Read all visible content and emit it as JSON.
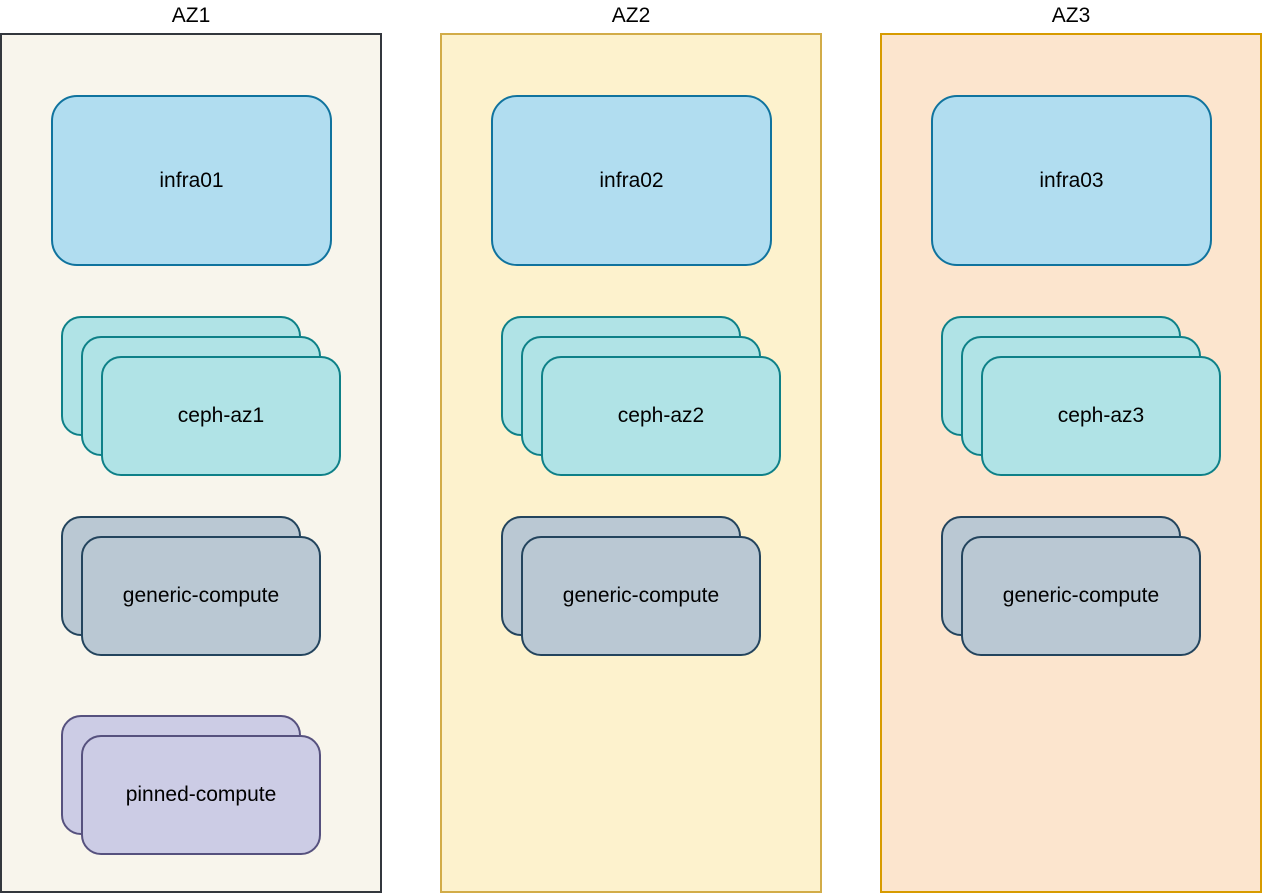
{
  "diagram": {
    "type": "availability-zone-architecture",
    "zones": [
      {
        "title": "AZ1",
        "fill": "#f8f5ec",
        "stroke": "#33373d",
        "nodes": [
          {
            "label": "infra01",
            "kind": "infra",
            "count": 1,
            "fill": "#b1ddf0",
            "stroke": "#10739e"
          },
          {
            "label": "ceph-az1",
            "kind": "ceph",
            "count": 3,
            "fill": "#b0e3e6",
            "stroke": "#0e8088"
          },
          {
            "label": "generic-compute",
            "kind": "generic",
            "count": 2,
            "fill": "#bac8d3",
            "stroke": "#23445d"
          },
          {
            "label": "pinned-compute",
            "kind": "pinned",
            "count": 2,
            "fill": "#cccce5",
            "stroke": "#56517e"
          }
        ]
      },
      {
        "title": "AZ2",
        "fill": "#fdf2cd",
        "stroke": "#d2ac48",
        "nodes": [
          {
            "label": "infra02",
            "kind": "infra",
            "count": 1,
            "fill": "#b1ddf0",
            "stroke": "#10739e"
          },
          {
            "label": "ceph-az2",
            "kind": "ceph",
            "count": 3,
            "fill": "#b0e3e6",
            "stroke": "#0e8088"
          },
          {
            "label": "generic-compute",
            "kind": "generic",
            "count": 2,
            "fill": "#bac8d3",
            "stroke": "#23445d"
          }
        ]
      },
      {
        "title": "AZ3",
        "fill": "#fce5ce",
        "stroke": "#d79b00",
        "nodes": [
          {
            "label": "infra03",
            "kind": "infra",
            "count": 1,
            "fill": "#b1ddf0",
            "stroke": "#10739e"
          },
          {
            "label": "ceph-az3",
            "kind": "ceph",
            "count": 3,
            "fill": "#b0e3e6",
            "stroke": "#0e8088"
          },
          {
            "label": "generic-compute",
            "kind": "generic",
            "count": 2,
            "fill": "#bac8d3",
            "stroke": "#23445d"
          }
        ]
      }
    ]
  }
}
